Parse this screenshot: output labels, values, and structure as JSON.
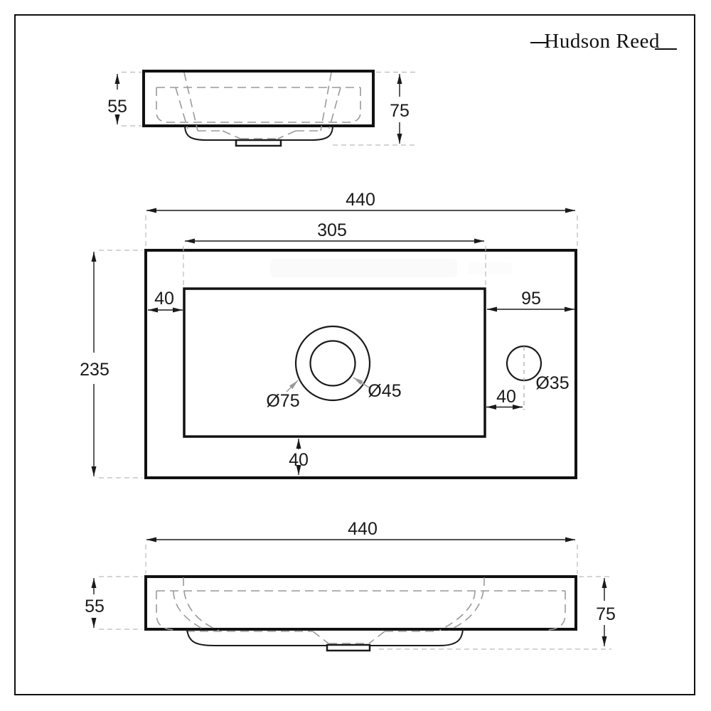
{
  "brand": {
    "logo_text": "Hudson Reed"
  },
  "side_view": {
    "rim_height": "55",
    "total_height": "75"
  },
  "plan_view": {
    "overall_width": "440",
    "bowl_width": "305",
    "bowl_left_offset": "40",
    "right_ledge_width": "95",
    "overall_depth": "235",
    "bowl_rear_offset": "40",
    "tap_hole_offset": "40",
    "waste_outer_diameter": "Ø75",
    "waste_inner_diameter": "Ø45",
    "tap_hole_diameter": "Ø35"
  },
  "front_view": {
    "overall_width": "440",
    "rim_height": "55",
    "total_height": "75"
  },
  "colors": {
    "line": "#1a1a1a",
    "hidden_line": "#9a9a9a",
    "extension_line": "#bbbbbb",
    "background": "#ffffff"
  }
}
